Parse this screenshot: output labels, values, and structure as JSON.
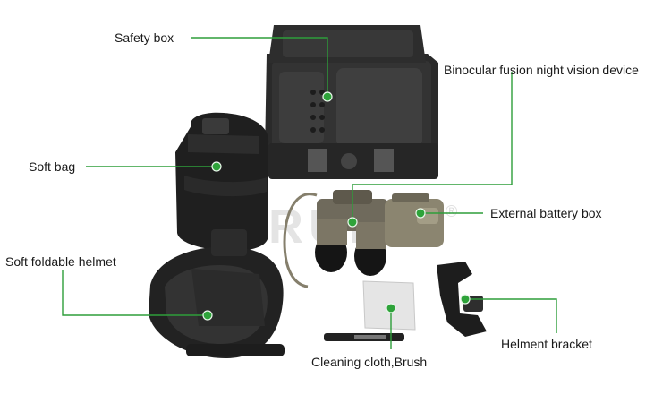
{
  "labels": {
    "safety_box": "Safety box",
    "binocular": "Binocular fusion night vision device",
    "soft_bag": "Soft bag",
    "battery_box": "External battery box",
    "helmet": "Soft foldable helmet",
    "bracket": "Helment bracket",
    "cleaning": "Cleaning cloth,Brush"
  },
  "watermark": {
    "text": "RUIDA",
    "mark": "®"
  },
  "colors": {
    "callout_line": "#2e9e3a",
    "callout_dot": "#2ea33a",
    "equipment_dark": "#2b2b2b",
    "equipment_tan": "#8a8470"
  }
}
